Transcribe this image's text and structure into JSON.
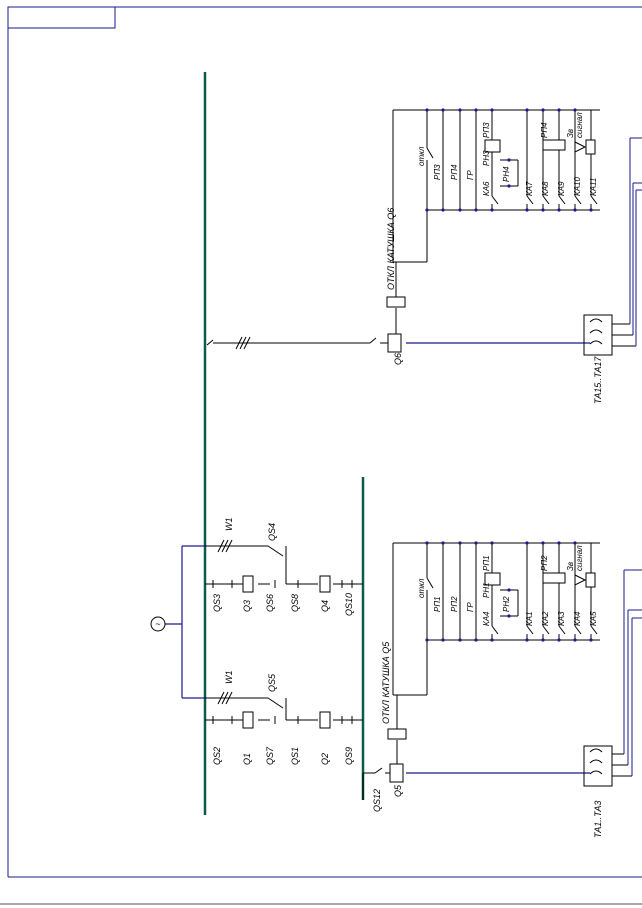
{
  "labels": {
    "otkl": "откл",
    "rp1": "РП1",
    "rp2": "РП2",
    "rp3": "РП3",
    "rp4": "РП4",
    "gr": "ГР",
    "ka1": "КА1",
    "ka2": "КА2",
    "ka3": "КА3",
    "ka4": "КА4",
    "ka5": "КА5",
    "ka6": "КА6",
    "ka7": "КА7",
    "ka8": "КА8",
    "ka9": "КА9",
    "ka10": "КА10",
    "ka11": "КА11",
    "rn1": "РН1",
    "rn2": "РН2",
    "rn3": "РН3",
    "rn4": "РН4",
    "zv": "Зв",
    "signal": "сигнал",
    "otkl_q5": "ОТКЛ КАТУШКА  Q5",
    "otkl_q6": "ОТКЛ КАТУШКА  Q6",
    "q1": "Q1",
    "q2": "Q2",
    "q3": "Q3",
    "q4": "Q4",
    "q5": "Q5",
    "q6": "Q6",
    "qs1": "QS1",
    "qs2": "QS2",
    "qs3": "QS3",
    "qs4": "QS4",
    "qs5": "QS5",
    "qs6": "QS6",
    "qs7": "QS7",
    "qs8": "QS8",
    "qs9": "QS9",
    "qs10": "QS10",
    "qs12": "QS12",
    "w1": "W1",
    "ta_upper": "ТА15..ТА17",
    "ta_lower": "ТА1..ТА3",
    "gen": "~"
  },
  "colors": {
    "frame": "#1a1a8c",
    "bus": "#0b5a4a",
    "wire": "#000000",
    "feed": "#1a1a8c"
  }
}
